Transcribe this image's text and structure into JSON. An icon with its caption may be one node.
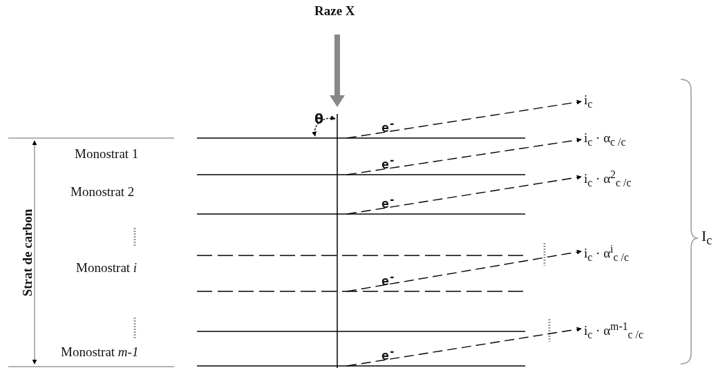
{
  "diagram": {
    "nodes": [
      {
        "text": [
          "i$_{c}$"
        ]
      },
      {
        "text": [
          "i$_{c}$ · α$_{c /c}$"
        ]
      },
      {
        "text": [
          "i$_{c}$ · α$^{2}$$_{c /c}$"
        ]
      },
      {
        "text": [
          "i$_{c}$ · α$^{i}$$_{c /c}$"
        ]
      },
      {
        "text": [
          "i$_{c}$ · α$^{m-1}$$_{c /c}$"
        ]
      }
    ],
    "edges": [
      {
        "from": null,
        "to": 0,
        "arrow": "to",
        "label": "e$^{-}$",
        "style": "dashed"
      },
      {
        "from": null,
        "to": 1,
        "arrow": "to",
        "label": "e$^{-}$",
        "style": "dashed"
      },
      {
        "from": null,
        "to": 2,
        "arrow": "to",
        "label": "e$^{-}$",
        "style": "dashed"
      },
      {
        "from": null,
        "to": 3,
        "arrow": "to",
        "label": "e$^{-}$",
        "style": "dashed"
      },
      {
        "from": null,
        "to": 4,
        "arrow": "to",
        "label": "e$^{-}$",
        "style": "dashed"
      }
    ],
    "labels": [
      "Raze X",
      "θ",
      "Monostrat 1",
      "Monostrat 2",
      "Monostrat *i*",
      "Strat de carbon",
      "Monostrat *m-1*",
      "I$_{c}$"
    ]
  }
}
